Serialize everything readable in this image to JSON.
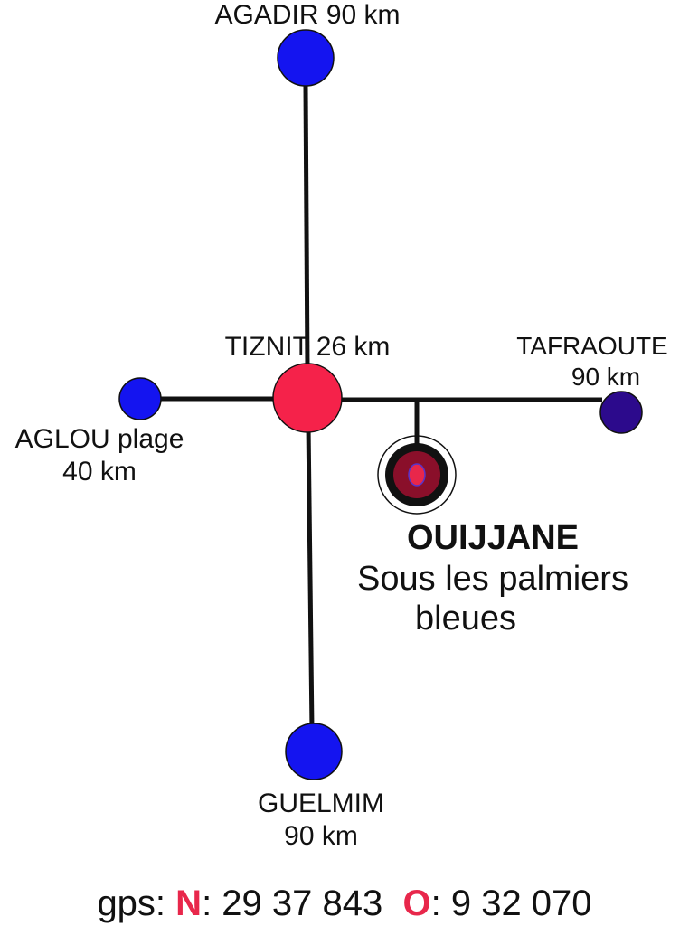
{
  "colors": {
    "road": "#111111",
    "city_blue": "#1414f0",
    "tiznit": "#f5224a",
    "tafraoute": "#2c0a8c",
    "ouijjane_ring": "#111111",
    "ouijjane_fill": "#8a0f2a",
    "ouijjane_core": "#e8274b",
    "gps_accent": "#e8274b"
  },
  "places": {
    "agadir": {
      "lines": [
        "AGADIR 90 km"
      ]
    },
    "tiznit": {
      "lines": [
        "TIZNIT 26 km"
      ]
    },
    "tafraoute": {
      "lines": [
        "TAFRAOUTE",
        "90 km"
      ]
    },
    "aglou": {
      "lines": [
        "AGLOU plage",
        "40 km"
      ]
    },
    "guelmim": {
      "lines": [
        "GUELMIM",
        "90 km"
      ]
    },
    "ouijjane": {
      "title": "OUIJJANE",
      "subtitle_lines": [
        "Sous les palmiers",
        "bleues"
      ]
    }
  },
  "gps": {
    "prefix": "gps:",
    "n_label": "N",
    "n_value": ": 29 37 843",
    "o_label": "O",
    "o_value": ": 9 32 070"
  }
}
